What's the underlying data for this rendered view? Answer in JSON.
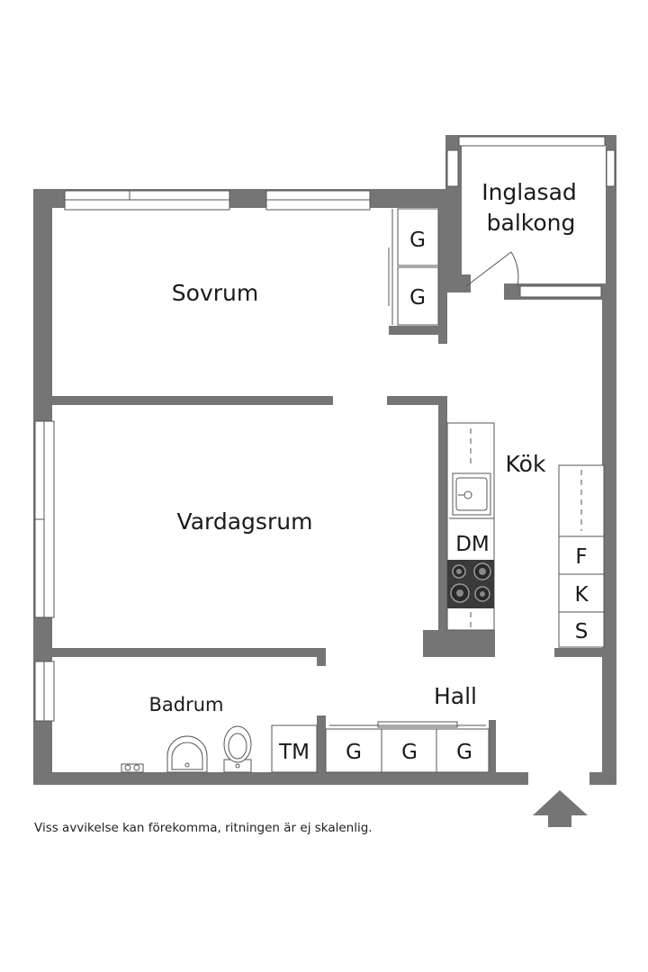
{
  "rooms": {
    "balcony_line1": "Inglasad",
    "balcony_line2": "balkong",
    "bedroom": "Sovrum",
    "living": "Vardagsrum",
    "kitchen": "Kök",
    "bathroom": "Badrum",
    "hall": "Hall"
  },
  "fixtures": {
    "wardrobe": "G",
    "dishwasher": "DM",
    "fridge": "F",
    "refrigerator": "K",
    "stove_cabinet": "S",
    "washing_machine": "TM"
  },
  "disclaimer": "Viss avvikelse kan förekomma, ritningen är ej skalenlig.",
  "colors": {
    "wall": "#757575",
    "stove": "#3a3a3a",
    "text": "#1a1a1a"
  },
  "icons": [
    "entrance-arrow-icon",
    "sink-icon",
    "toilet-icon",
    "stove-icon",
    "faucet-icon"
  ]
}
